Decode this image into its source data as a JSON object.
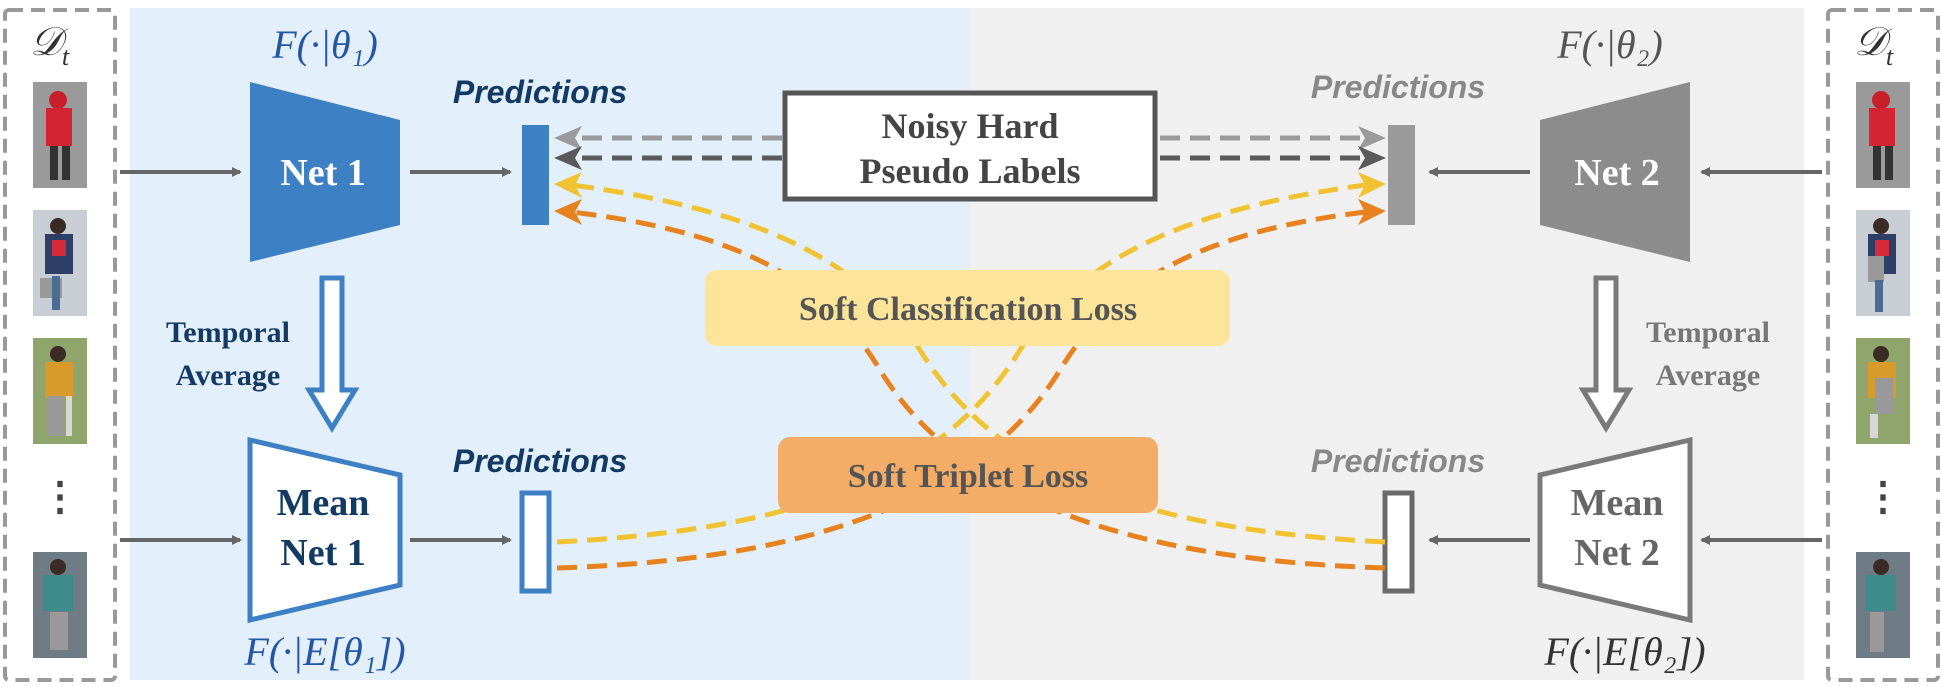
{
  "colors": {
    "blue": "#3d80c4",
    "dark_blue": "#123a63",
    "gray": "#8c8c8c",
    "dark_gray": "#666666",
    "left_bg": "#e3f0fb",
    "right_bg": "#f0f0f0",
    "yellow_box": "#fce49b",
    "orange_box": "#f4ad67",
    "yellow_line": "#f1c232",
    "orange_line": "#e8821e"
  },
  "left_dataset": {
    "label": "𝒟",
    "sub": "t",
    "dots": "⋮"
  },
  "right_dataset": {
    "label": "𝒟",
    "sub": "t",
    "dots": "⋮"
  },
  "left": {
    "net_label": "Net 1",
    "net_param": "F(·|θ₁)",
    "mean_net_line1": "Mean",
    "mean_net_line2": "Net 1",
    "mean_net_param": "F(·|E[θ₁])",
    "predictions_top": "Predictions",
    "predictions_bottom": "Predictions",
    "temporal_line1": "Temporal",
    "temporal_line2": "Average"
  },
  "right": {
    "net_label": "Net 2",
    "net_param": "F(·|θ₂)",
    "mean_net_line1": "Mean",
    "mean_net_line2": "Net 2",
    "mean_net_param": "F(·|E[θ₂])",
    "predictions_top": "Predictions",
    "predictions_bottom": "Predictions",
    "temporal_line1": "Temporal",
    "temporal_line2": "Average"
  },
  "center": {
    "noisy_line1": "Noisy Hard",
    "noisy_line2": "Pseudo Labels",
    "soft_class": "Soft Classification Loss",
    "soft_triplet": "Soft Triplet Loss"
  }
}
